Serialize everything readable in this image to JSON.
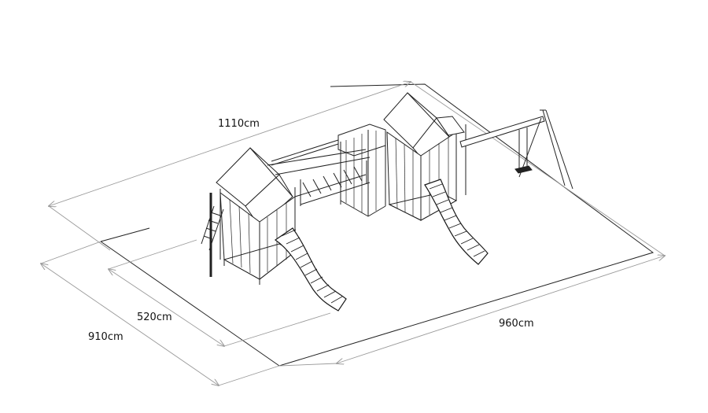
{
  "dimensions": {
    "overall_length": "1110cm",
    "overall_depth": "910cm",
    "safe_area_depth": "520cm",
    "safe_area_length": "960cm"
  },
  "colors": {
    "line": "#222222",
    "guide": "#9a9a9a",
    "slide": "#1a1a1a",
    "background": "#ffffff"
  }
}
